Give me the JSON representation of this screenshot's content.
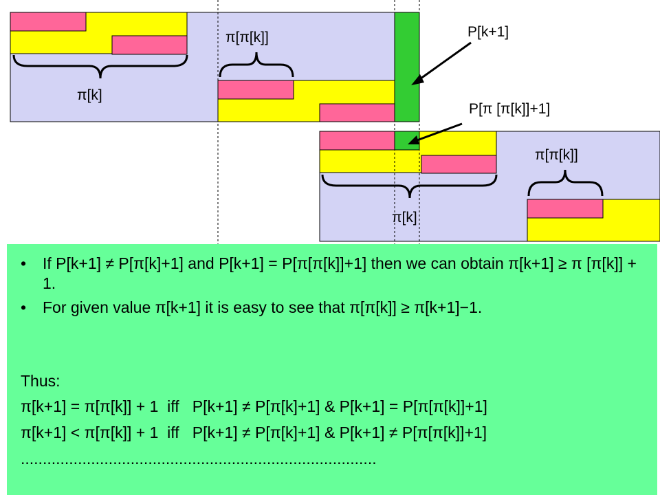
{
  "diagram": {
    "colors": {
      "panel": "#d3d3f5",
      "pink": "#ff6699",
      "yellow": "#ffff00",
      "green": "#33cc33",
      "border": "#000000"
    },
    "labels": {
      "top_pi_k": "π[k]",
      "top_pi_pi_k": "π[π[k]]",
      "p_k1": "P[k+1]",
      "p_pi_pi_k1": "P[π [π[k]]+1]",
      "bottom_pi_pi_k": "π[π[k]]",
      "bottom_pi_k": "π[k]"
    }
  },
  "text": {
    "bullets": [
      "If P[k+1] ≠ P[π[k]+1] and P[k+1] = P[π[π[k]]+1] then we can obtain π[k+1] ≥ π [π[k]] + 1.",
      "For given value π[k+1] it is easy to see that π[π[k]] ≥ π[k+1]−1."
    ],
    "bullet_symbol": "•",
    "thus": "Thus:",
    "line1": "π[k+1] = π[π[k]] + 1  iff   P[k+1] ≠ P[π[k]+1] & P[k+1] = P[π[π[k]]+1]",
    "line2": "π[k+1] < π[π[k]] + 1  iff   P[k+1] ≠ P[π[k]+1] & P[k+1] ≠ P[π[π[k]]+1]",
    "dots": "................................................................................."
  }
}
